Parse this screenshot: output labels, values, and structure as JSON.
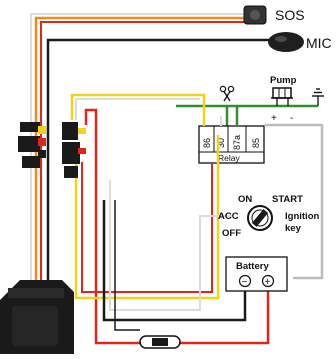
{
  "labels": {
    "sos": "SOS",
    "mic": "MIC",
    "pump": "Pump",
    "pump_plus": "+",
    "pump_minus": "-",
    "relay": "Relay",
    "relay_pins": [
      "86",
      "30",
      "87a",
      "85"
    ],
    "ignition": {
      "on": "ON",
      "start": "START",
      "acc": "ACC",
      "off": "OFF",
      "title_line1": "Ignition",
      "title_line2": "key"
    },
    "battery": "Battery",
    "battery_minus": "−",
    "battery_plus": "+"
  },
  "colors": {
    "wire_yellow": "#f2d21b",
    "wire_red": "#e0251b",
    "wire_orange": "#f08a1c",
    "wire_black": "#1a1a1a",
    "wire_white": "#dcdcdc",
    "wire_green": "#2f8f2f",
    "wire_gray": "#bcbcbc"
  },
  "icons": [
    "cut-wire-icon",
    "ground-icon",
    "fuse-icon",
    "connector-icon",
    "tracker-device-icon",
    "pump-icon"
  ]
}
